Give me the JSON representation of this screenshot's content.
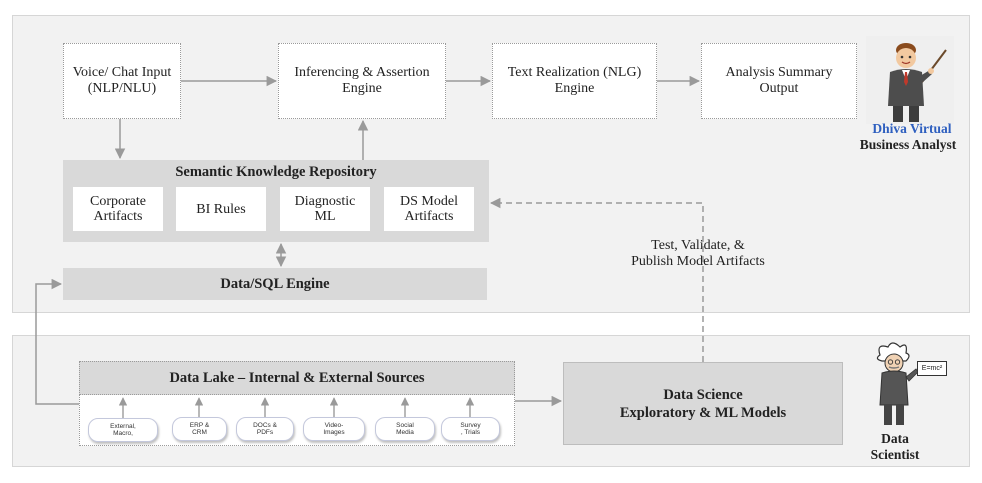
{
  "top": {
    "voice_input": "Voice/ Chat Input\n(NLP/NLU)",
    "inferencing": "Inferencing & Assertion\nEngine",
    "text_realization": "Text Realization (NLG)\nEngine",
    "analysis_output": "Analysis Summary\nOutput"
  },
  "repository": {
    "title": "Semantic Knowledge Repository",
    "items": [
      "Corporate\nArtifacts",
      "BI Rules",
      "Diagnostic\nML",
      "DS Model\nArtifacts"
    ]
  },
  "sql_engine": "Data/SQL Engine",
  "test_label": "Test, Validate, &\nPublish Model Artifacts",
  "persona_analyst": {
    "name": "Dhiva Virtual",
    "role": "Business Analyst",
    "name_color": "#2e5fbf"
  },
  "data_lake": {
    "title": "Data Lake – Internal & External Sources",
    "sources": [
      "External,\nMacro,",
      "ERP &\nCRM",
      "DOCs &\nPDFs",
      "Video-\nImages",
      "Social\nMedia",
      "Survey\n, Trials"
    ]
  },
  "data_science": {
    "line1": "Data Science",
    "line2": "Exploratory & ML Models"
  },
  "persona_scientist": {
    "line1": "Data",
    "line2": "Scientist"
  },
  "formula": "E=mc²",
  "colors": {
    "panel": "#f2f2f2",
    "grey_box": "#d9d9d9",
    "arrow": "#9a9a9a",
    "accent": "#2e5fbf"
  }
}
